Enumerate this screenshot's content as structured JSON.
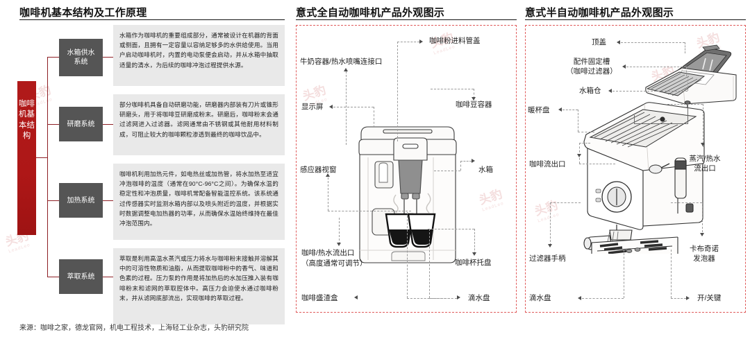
{
  "left": {
    "title": "咖啡机基本结构及工作原理",
    "spine_label": "咖啡机基本结构",
    "nodes": [
      {
        "label": "水箱供水\n系统"
      },
      {
        "label": "研磨系统"
      },
      {
        "label": "加热系统"
      },
      {
        "label": "萃取系统"
      }
    ],
    "descriptions": [
      "水箱作为咖啡机的重要组成部分，通常被设计在机器的背面或侧面，且拥有一定容量以容纳足够多的水供给使用。当用户启动咖啡机时，内置的电动泵便会启动，并从水箱中抽取适量的清水，为后续的咖啡冲泡过程提供水源。",
      "部分咖啡机具备自动研磨功能，研磨器内部装有刀片或锥形研磨头，用于将咖啡豆研磨成粉末。研磨后，咖啡粉末会通过滤网进入过滤器。滤网通常由不锈钢或其他耐用材料制成，可阻止较大的咖啡颗粒渗透到最终的咖啡饮品中。",
      "咖啡机利用加热元件，如电热丝或加热管，将水加热至适宜冲泡咖啡的温度（通常在90°C-96°C之间）。为确保水温的稳定性和冲泡质量，咖啡机常配备智能温控系统。该系统通过传感器实时监测水箱内部以及喷头附近的温度，并根据实时数据调整电加热器的功率，从而确保水温始终维持在最佳冲泡范围内。",
      "萃取是利用高温水蒸汽或压力将水与咖啡粉末接触并溶解其中的可溶性物质和油脂，从而提取咖啡粉中的香气、味道和色素的过程。压力泵的作用是将加热后的水加压推入装有咖啡粉末和滤网的萃取腔体中。高压力会迫使水通过咖啡粉末，并从滤网底部流出，实现咖啡的萃取过程。"
    ],
    "source": "来源：咖啡之家，德龙官网，机电工程技术，上海轻工业杂志，头豹研究院"
  },
  "middle": {
    "title": "意式全自动咖啡机产品外观图示",
    "callouts": [
      {
        "id": "coffee-powder-inlet-cap",
        "text": "咖啡粉进料管盖"
      },
      {
        "id": "milk-container-port",
        "text": "牛奶容器/热水喷嘴连接口"
      },
      {
        "id": "display-screen",
        "text": "显示屏"
      },
      {
        "id": "coffee-bean-container",
        "text": "咖啡豆容器"
      },
      {
        "id": "sensor-window",
        "text": "感应器视窗"
      },
      {
        "id": "water-tank",
        "text": "水箱"
      },
      {
        "id": "coffee-hot-water-outlet",
        "text": "咖啡/热水流出口\n（高度通常可调节）"
      },
      {
        "id": "coffee-cup-tray",
        "text": "咖啡杯托盘"
      },
      {
        "id": "coffee-grounds-box",
        "text": "咖啡盛渣盒"
      },
      {
        "id": "drip-tray",
        "text": "滴水盘"
      }
    ]
  },
  "right": {
    "title": "意式半自动咖啡机产品外观图示",
    "callouts": [
      {
        "id": "top-cover",
        "text": "顶盖"
      },
      {
        "id": "accessory-slot",
        "text": "配件固定槽\n（咖啡过滤器）"
      },
      {
        "id": "water-tank-compartment",
        "text": "水箱仓"
      },
      {
        "id": "cup-warming-tray",
        "text": "暖杯盘"
      },
      {
        "id": "coffee-outlet",
        "text": "咖啡流出口"
      },
      {
        "id": "steam-hot-water-outlet",
        "text": "蒸汽/热水\n流出口"
      },
      {
        "id": "filter-handle",
        "text": "过滤器手柄"
      },
      {
        "id": "cappuccino-frother",
        "text": "卡布奇诺\n发泡器"
      },
      {
        "id": "drip-tray",
        "text": "滴水盘"
      },
      {
        "id": "power-key",
        "text": "开/关键"
      }
    ]
  },
  "watermark": {
    "text": "头豹",
    "sub": "LeadLeo"
  },
  "colors": {
    "accent_red": "#b01a1a",
    "node_gray": "#555555",
    "card_gray": "#e9e9e9",
    "dash_red": "#e05a5a",
    "connector_red": "#8d1e24"
  }
}
